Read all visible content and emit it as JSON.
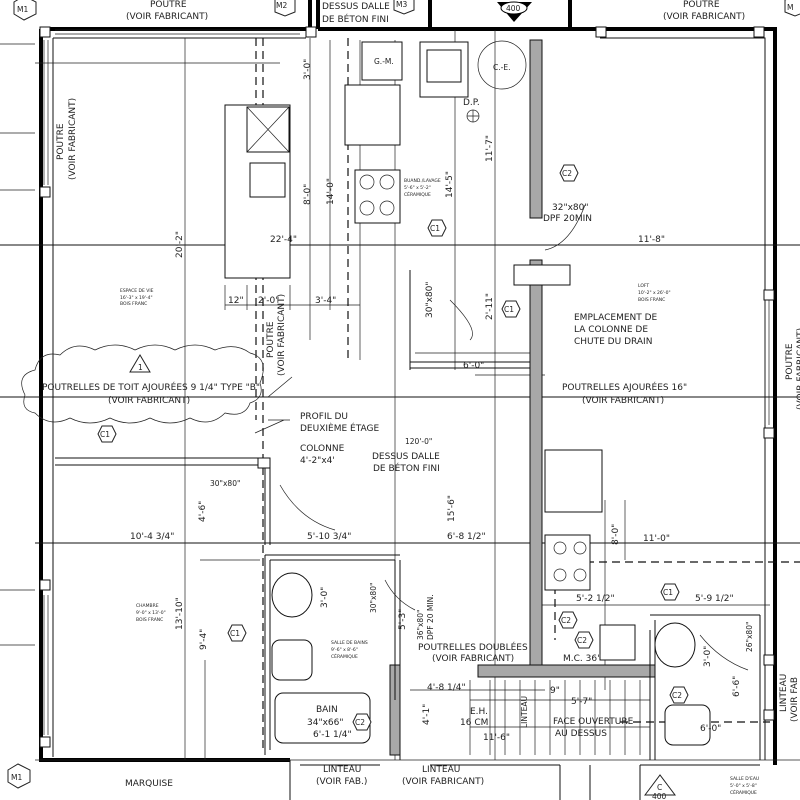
{
  "markers": {
    "m1": "M1",
    "m2": "M2",
    "m3": "M3",
    "m4": "M",
    "section_top": "400",
    "section_bottom_letter": "C",
    "section_bottom_num": "400",
    "c1": "C1",
    "c2": "C2",
    "revision": "1"
  },
  "notes": {
    "poutre": "POUTRE",
    "voir_fabricant": "(VOIR FABRICANT)",
    "voir_fab": "(VOIR FAB.)",
    "voir_fab_short": "(VOIR FAB",
    "dessus_dalle": "DESSUS DALLE",
    "beton_fini": "DE BÉTON FINI",
    "gm": "G.-M.",
    "ce": "C.-E.",
    "dp": "D.P.",
    "porte_32": "32\"x80\"",
    "dpf_20min": "DPF 20MIN",
    "porte_30": "30\"x80\"",
    "porte_36": "36\"x80\"",
    "dpf_20_min": "DPF 20 MIN.",
    "porte_26": "26\"x80\"",
    "emplacement_1": "EMPLACEMENT DE",
    "emplacement_2": "LA COLONNE DE",
    "emplacement_3": "CHUTE DU DRAIN",
    "poutrelles_toit": "POUTRELLES DE TOIT AJOURÉES 9 1/4\" TYPE \"B\"",
    "poutrelles_16": "POUTRELLES AJOURÉES 16\"",
    "profil_1": "PROFIL DU",
    "profil_2": "DEUXIÈME ÉTAGE",
    "colonne": "COLONNE",
    "colonne_dim": "4'-2\"x4'",
    "angle": "120'-0\"",
    "poutrelles_doublees": "POUTRELLES DOUBLÉES",
    "mc": "M.C. 36\"",
    "eh": "E.H.",
    "eh_dim": "16 CM",
    "linteau": "LINTEAU",
    "face_1": "FACE OUVERTURE",
    "face_2": "AU DESSUS",
    "bain": "BAIN",
    "bain_dim": "34\"x66\"",
    "bain_len": "6'-1 1/4\"",
    "marquise": "MARQUISE"
  },
  "rooms": {
    "espace": {
      "name": "ESPACE DE VIE",
      "dim": "16'-3\" x 19'-4\"",
      "floor": "BOIS FRANC"
    },
    "lavage": {
      "name": "BUAND./LAVAGE",
      "dim": "5'-6\" x 5'-2\"",
      "floor": "CÉRAMIQUE"
    },
    "loft": {
      "name": "LOFT",
      "dim": "10'-2\" x 26'-0\"",
      "floor": "BOIS FRANC"
    },
    "chambre": {
      "name": "CHAMBRE",
      "dim": "9'-0\" x 13'-0\"",
      "floor": "BOIS FRANC"
    },
    "sdb": {
      "name": "SALLE DE BAINS",
      "dim": "9'-6\" x 8'-6\"",
      "floor": "CÉRAMIQUE"
    },
    "sde": {
      "name": "SALLE D'EAU",
      "dim": "5'-0\" x 5'-8\"",
      "floor": "CÉRAMIQUE"
    }
  },
  "dims": {
    "d3_0": "3'-0\"",
    "d8_0": "8'-0\"",
    "d14_0": "14'-0\"",
    "d22_4": "22'-4\"",
    "d20_2": "20'-2\"",
    "d12": "12\"",
    "d2_0": "2'-0\"",
    "d3_4": "3'-4\"",
    "d14_5": "14'-5\"",
    "d11_7": "11'-7\"",
    "d11_8": "11'-8\"",
    "d2_11": "2'-11\"",
    "d6_0": "6'-0\"",
    "d4_6": "4'-6\"",
    "d10_4": "10'-4 3/4\"",
    "d5_10": "5'-10 3/4\"",
    "d6_8": "6'-8 1/2\"",
    "d11_0": "11'-0\"",
    "d15_6": "15'-6\"",
    "d8_0b": "8'-0\"",
    "d13_10": "13'-10\"",
    "d9_4": "9'-4\"",
    "d3_0b": "3'-0\"",
    "d5_3": "5'-3\"",
    "d5_2": "5'-2 1/2\"",
    "d5_9": "5'-9 1/2\"",
    "d3_0c": "3'-0\"",
    "d6_6": "6'-6\"",
    "d6_0b": "6'-0\"",
    "d4_8": "4'-8 1/4\"",
    "d9": "9\"",
    "d5_7": "5'-7\"",
    "d4_1": "4'-1\"",
    "d11_6": "11'-6\""
  }
}
